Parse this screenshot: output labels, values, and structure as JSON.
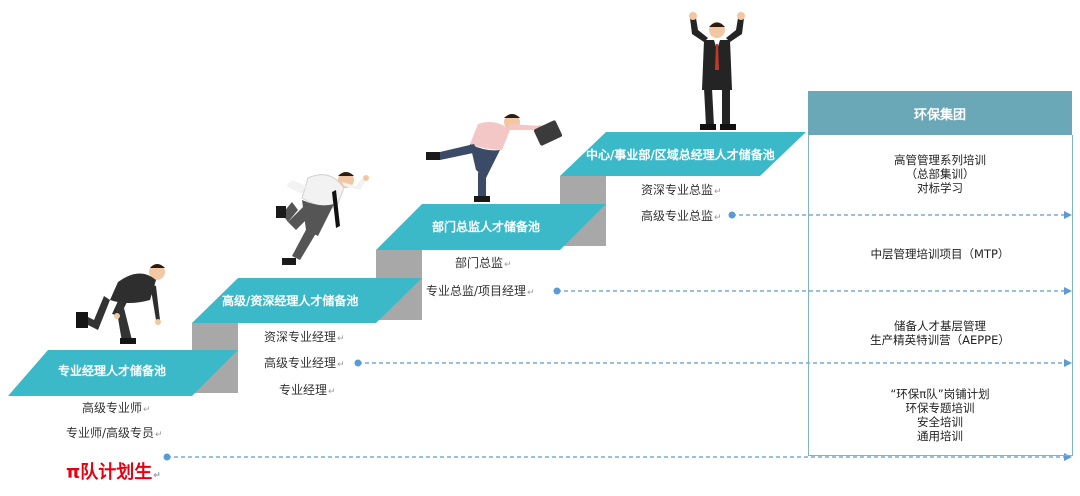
{
  "steps": [
    {
      "label": "专业经理人才储备池",
      "roles": [
        "高级专业师",
        "专业师/高级专员"
      ]
    },
    {
      "label": "高级/资深经理人才储备池",
      "roles": [
        "资深专业经理",
        "高级专业经理",
        "专业经理"
      ]
    },
    {
      "label": "部门总监人才储备池",
      "roles": [
        "部门总监",
        "专业总监/项目经理"
      ]
    },
    {
      "label": "中心/事业部/区域总经理人才储备池",
      "roles": [
        "资深专业总监",
        "高级专业总监"
      ]
    }
  ],
  "pi_plan": "π队计划生",
  "panel": {
    "title": "环保集团",
    "groups": [
      [
        "高管管理系列培训",
        "（总部集训）",
        "对标学习"
      ],
      [
        "中层管理培训项目（MTP）"
      ],
      [
        "储备人才基层管理",
        "生产精英特训营（AEPPE）"
      ],
      [
        "“环保π队”岗铺计划",
        "环保专题培训",
        "安全培训",
        "通用培训"
      ]
    ]
  },
  "colors": {
    "step_top": "#3bb9c9",
    "step_side": "#a6a6a6",
    "arrow": "#5b9bd5",
    "panel_head": "#6aa8b8",
    "pi": "#e60012"
  },
  "figures": [
    "kneeling-businessman",
    "sprinting-businessman",
    "running-businessman-with-briefcase",
    "triumphant-businessman"
  ]
}
